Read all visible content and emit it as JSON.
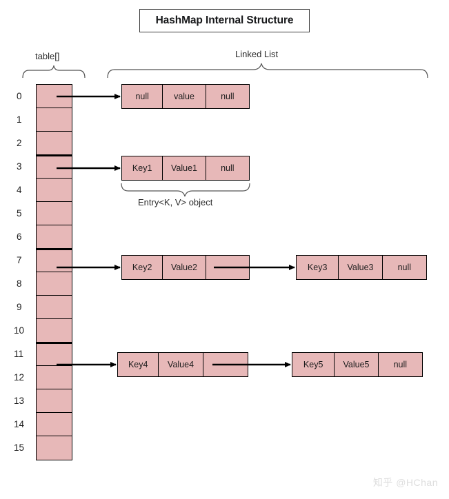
{
  "title": {
    "text": "HashMap Internal Structure"
  },
  "labels": {
    "table_label": "table[]",
    "linked_list_label": "Linked List",
    "entry_label": "Entry<K, V> object"
  },
  "table_array": {
    "name": "table[]",
    "indices": [
      "0",
      "1",
      "2",
      "3",
      "4",
      "5",
      "6",
      "7",
      "8",
      "9",
      "10",
      "11",
      "12",
      "13",
      "14",
      "15"
    ],
    "occupied_indices": [
      0,
      3,
      7,
      11
    ]
  },
  "chains": [
    {
      "bucket": "0",
      "nodes": [
        {
          "key": "null",
          "value": "value",
          "next": "null"
        }
      ]
    },
    {
      "bucket": "3",
      "nodes": [
        {
          "key": "Key1",
          "value": "Value1",
          "next": "null"
        }
      ]
    },
    {
      "bucket": "7",
      "nodes": [
        {
          "key": "Key2",
          "value": "Value2",
          "next": ""
        },
        {
          "key": "Key3",
          "value": "Value3",
          "next": "null"
        }
      ]
    },
    {
      "bucket": "11",
      "nodes": [
        {
          "key": "Key4",
          "value": "Value4",
          "next": ""
        },
        {
          "key": "Key5",
          "value": "Value5",
          "next": "null"
        }
      ]
    }
  ],
  "colors": {
    "cell_fill": "#e7b8b8",
    "stroke": "#000000",
    "title_text": "#17181a",
    "watermark": "#dddddd"
  },
  "watermark": {
    "text": "知乎 @HChan"
  }
}
